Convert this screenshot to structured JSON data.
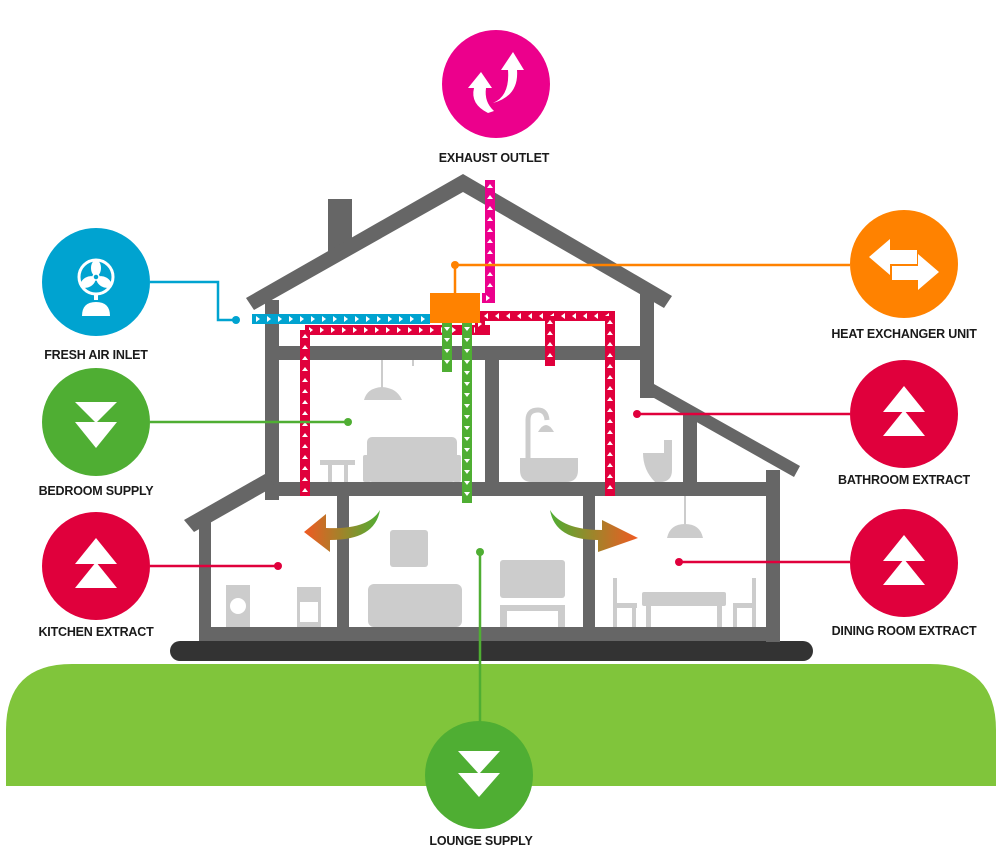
{
  "title": "Heat recovery ventilation system diagram",
  "colors": {
    "exhaust": "#ec008c",
    "fresh_air": "#00a3d0",
    "heat_exchanger": "#ff8200",
    "supply": "#4fae33",
    "extract": "#e0003c",
    "house_wall": "#666666",
    "furniture": "#cccccc",
    "ground": "#80c53b",
    "foundation": "#333333"
  },
  "nodes": {
    "exhaust_outlet": {
      "label": "EXHAUST OUTLET",
      "icon": "curved-up-arrows-icon"
    },
    "fresh_air_inlet": {
      "label": "FRESH AIR INLET",
      "icon": "fan-icon"
    },
    "heat_exchanger_unit": {
      "label": "HEAT EXCHANGER UNIT",
      "icon": "swap-arrows-icon"
    },
    "bedroom_supply": {
      "label": "BEDROOM SUPPLY",
      "icon": "double-down-arrow-icon"
    },
    "bathroom_extract": {
      "label": "BATHROOM EXTRACT",
      "icon": "double-up-arrow-icon"
    },
    "kitchen_extract": {
      "label": "KITCHEN EXTRACT",
      "icon": "double-up-arrow-icon"
    },
    "dining_room_extract": {
      "label": "DINING ROOM EXTRACT",
      "icon": "double-up-arrow-icon"
    },
    "lounge_supply": {
      "label": "LOUNGE SUPPLY",
      "icon": "double-down-arrow-icon"
    }
  }
}
